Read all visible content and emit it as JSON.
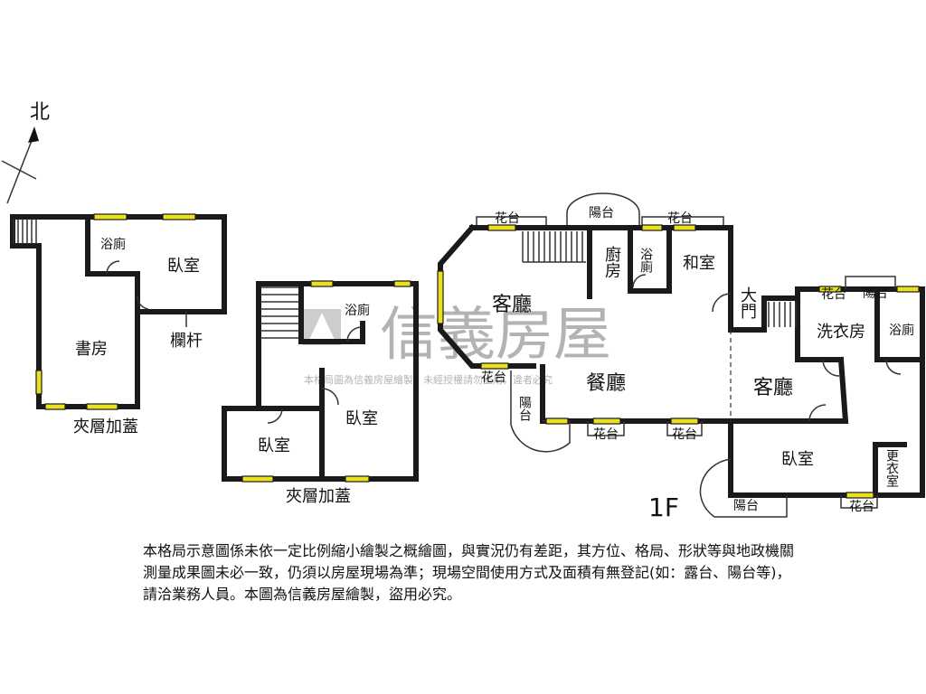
{
  "compass": {
    "north_label": "北"
  },
  "plan_left": {
    "caption": "夾層加蓋",
    "rooms": {
      "bath": "浴廁",
      "bedroom": "臥室",
      "study": "書房",
      "railing": "欄杆"
    }
  },
  "plan_middle": {
    "caption": "夾層加蓋",
    "rooms": {
      "bath": "浴廁",
      "bedroom_left": "臥室",
      "bedroom_right": "臥室"
    }
  },
  "plan_main": {
    "floor_label": "1F",
    "rooms": {
      "planter_a": "花台",
      "balcony_top": "陽台",
      "planter_b": "花台",
      "living_left": "客廳",
      "kitchen": "廚房",
      "bath_small": "浴廁",
      "japanese_room": "和室",
      "main_door": "大門",
      "planter_c": "花台",
      "balcony_right": "陽台",
      "laundry": "洗衣房",
      "bath_right": "浴廁",
      "planter_d": "花台",
      "balcony_left": "陽台",
      "dining": "餐廳",
      "living_right": "客廳",
      "planter_e": "花台",
      "planter_f": "花台",
      "bedroom": "臥室",
      "closet": "更衣室",
      "balcony_bottom": "陽台",
      "planter_g": "花台"
    }
  },
  "watermark": {
    "brand": "信義房屋",
    "note": "本格局圖為信義房屋繪製，未經授權請勿盜用，違者必究"
  },
  "disclaimer": "本格局示意圖係未依一定比例縮小繪製之概繪圖，與實況仍有差距，其方位、格局、形狀等與地政機關測量成果圖未必一致，仍須以房屋現場為準；現場空間使用方式及面積有無登記(如：露台、陽台等)，請洽業務人員。本圖為信義房屋繪製，盜用必究。"
}
